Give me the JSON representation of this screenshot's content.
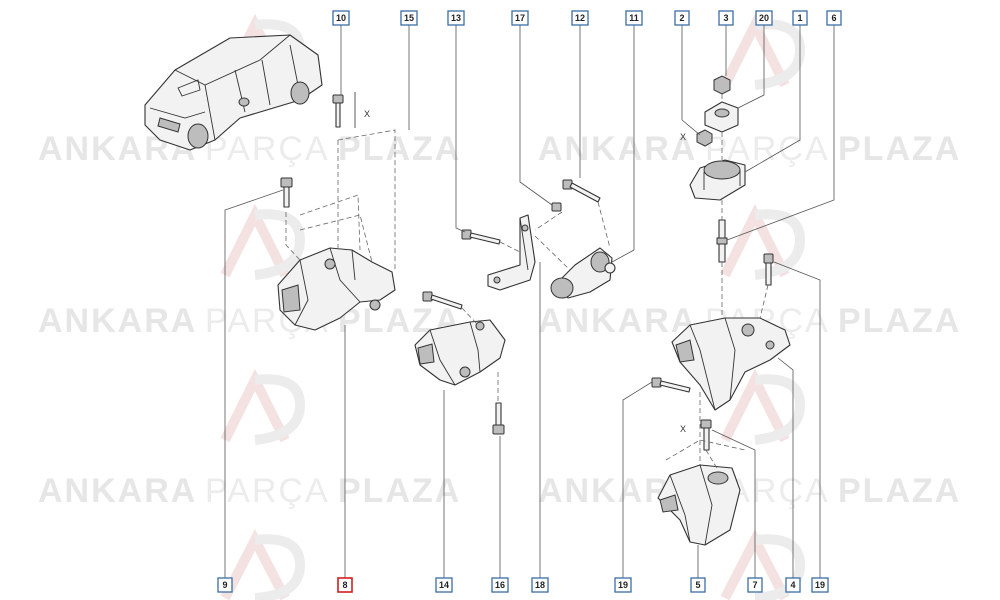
{
  "watermark": {
    "word1": "ANKARA",
    "word2": "PARÇA",
    "word3": "PLAZA"
  },
  "dimension_mark": "X",
  "callouts": {
    "top": [
      "10",
      "15",
      "13",
      "17",
      "12",
      "11",
      "2",
      "3",
      "20",
      "1",
      "6"
    ],
    "bottom": [
      "9",
      "8",
      "14",
      "16",
      "18",
      "19",
      "5",
      "7",
      "4",
      "19"
    ],
    "highlighted": "8"
  },
  "colors": {
    "callout_border": "#3b6ea5",
    "highlight_border": "#d21f1f",
    "watermark_text": "#e6e6e6",
    "watermark_logo_red": "#f4e1e1"
  }
}
